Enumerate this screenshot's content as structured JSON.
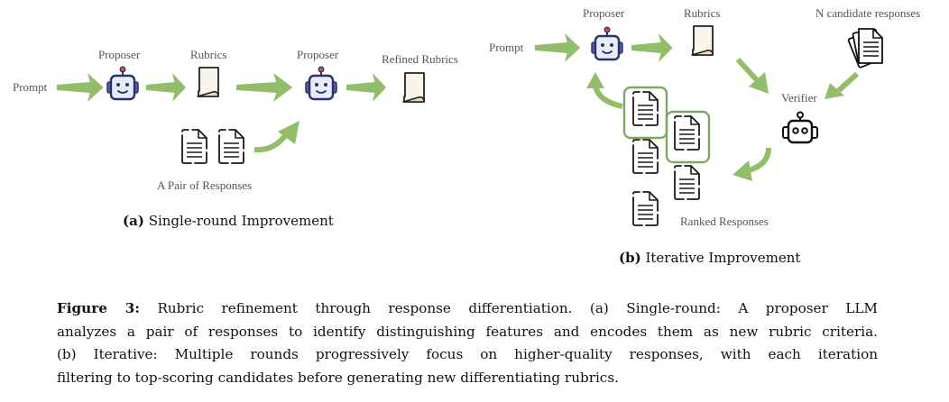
{
  "panel_a": {
    "labels": {
      "prompt": "Prompt",
      "proposer_1": "Proposer",
      "rubrics": "Rubrics",
      "proposer_2": "Proposer",
      "refined_rubrics": "Refined Rubrics",
      "pair_of_responses": "A Pair of Responses"
    },
    "subcaption_tag": "(a)",
    "subcaption_text": "Single-round Improvement"
  },
  "panel_b": {
    "labels": {
      "prompt": "Prompt",
      "proposer": "Proposer",
      "rubrics": "Rubrics",
      "n_candidates": "N candidate responses",
      "verifier": "Verifier",
      "ranked_responses": "Ranked Responses"
    },
    "subcaption_tag": "(b)",
    "subcaption_text": "Iterative Improvement"
  },
  "caption": {
    "label": "Figure 3:",
    "lines": [
      " Rubric refinement through response differentiation. (a) Single-round: A proposer LLM",
      "analyzes a pair of responses to identify distinguishing features and encodes them as new rubric criteria.",
      "(b) Iterative: Multiple rounds progressively focus on higher-quality responses, with each iteration",
      "filtering to top-scoring candidates before generating new differentiating rubrics."
    ]
  },
  "colors": {
    "arrow_green": "#94bd6b",
    "highlight_green": "#7fa862",
    "robot_navy": "#2c3270",
    "robot_face": "#e8ecf8",
    "robot_antenna": "#e04848",
    "paper_fill": "#faf5ec",
    "paper_curl": "#e9d9b5"
  }
}
